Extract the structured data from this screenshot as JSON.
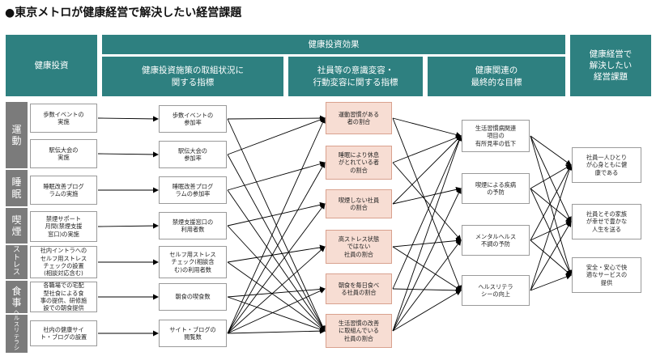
{
  "title": "●東京メトロが健康経営で解決したい経営課題",
  "headers": {
    "kenko_toshi": "健康投資",
    "koka": "健康投資効果",
    "torikumi": "健康投資施策の取組状況に\n関する指標",
    "ishiki": "社員等の意識変容・\n行動変容に関する指標",
    "mokuhyo": "健康関連の\n最終的な目標",
    "kadai": "健康経営で\n解決したい\n経営課題"
  },
  "categories": [
    {
      "label": "運\n動"
    },
    {
      "label": "睡\n眠"
    },
    {
      "label": "喫\n煙"
    },
    {
      "label": "ス\nト\nレ\nス"
    },
    {
      "label": "食\n事"
    },
    {
      "label": "ヘ\nル\nス\nリ\nテ\nラ\nシ\nー"
    }
  ],
  "investments": [
    "歩数イベントの\n実施",
    "駅伝大会の\n実施",
    "睡眠改善プログ\nラムの実施",
    "禁煙サポート\n月間(禁煙支援\n窓口)の実施",
    "社内イントラへの\nセルフ用ストレス\nチェックの設置\n(相談対応含む)",
    "各職場での宅配\n型社食による食\n事の提供、研修施\n設での朝食提供",
    "社内の健康サイ\nト・ブログの設置"
  ],
  "indicators": [
    "歩数イベントの\n参加率",
    "駅伝大会の\n参加率",
    "睡眠改善プログ\nラムの参加率",
    "禁煙支援窓口の\n利用者数",
    "セルフ用ストレス\nチェック(相談含\nむ)の利用者数",
    "朝食の喫食数",
    "サイト・ブログの\n閲覧数"
  ],
  "behaviors": [
    "運動習慣がある\n者の割合",
    "睡眠により休息\nがとれている者\nの割合",
    "喫煙しない社員\nの割合",
    "高ストレス状態\nではない\n社員の割合",
    "朝食を毎日食べ\nる社員の割合",
    "生活習慣の改善\nに取組んでいる\n社員の割合"
  ],
  "goals": [
    "生活習慣病関連\n項目の\n有所見率の低下",
    "喫煙による疾病\nの予防",
    "メンタルヘルス\n不調の予防",
    "ヘルスリテラ\nシーの向上"
  ],
  "issues": [
    "社員一人ひとり\nが心身ともに健\n康である",
    "社員とその家族\nが幸せで豊かな\n人生を送る",
    "安全・安心で快\n適なサービスの\n提供"
  ],
  "colors": {
    "header": "#2e8080",
    "category": "#7b7b7b",
    "behavior_fill": "#f7ddd3",
    "line": "#000000"
  }
}
